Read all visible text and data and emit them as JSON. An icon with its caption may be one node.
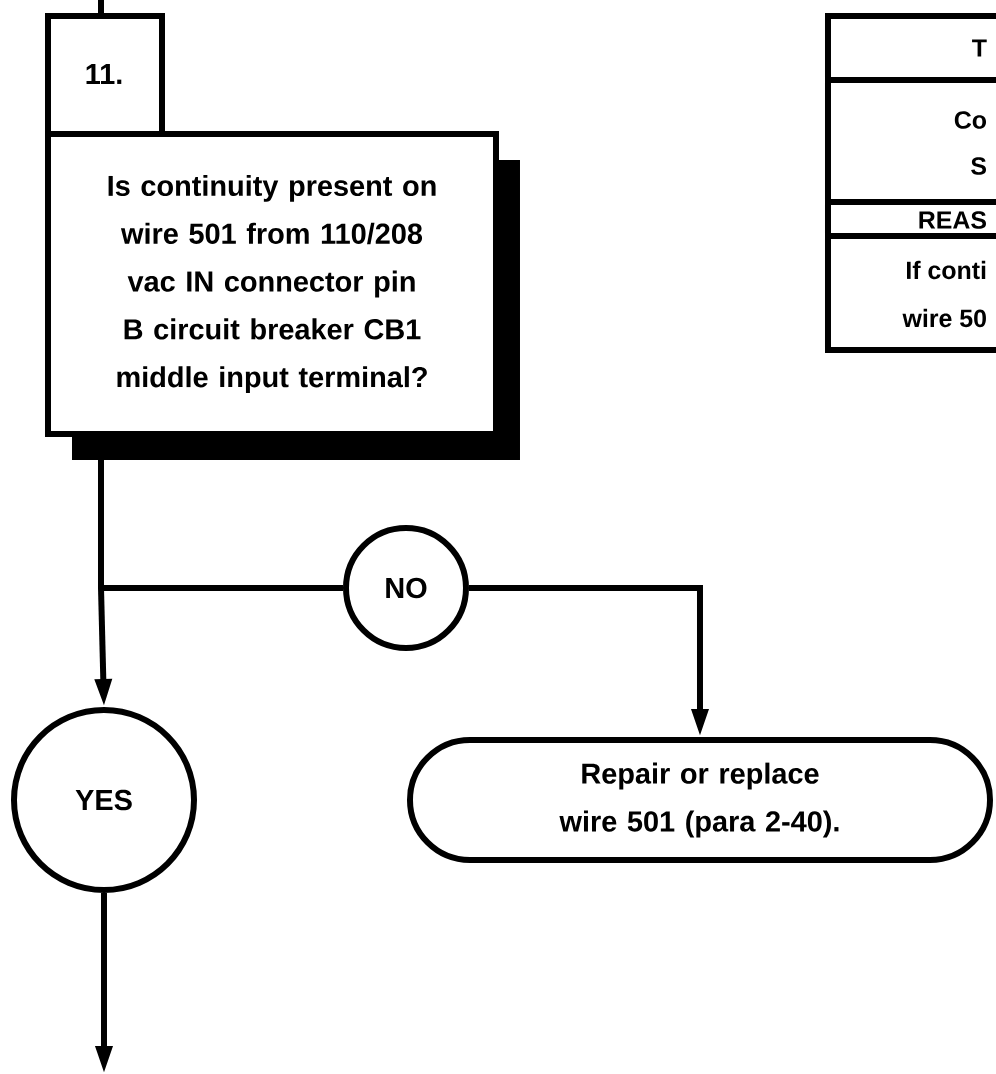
{
  "diagram": {
    "nodes": [
      {
        "text": [
          "11.",
          "Is continuity present on wire 501 from 110/208 vac IN connector pin B circuit breaker CB1 middle input terminal?"
        ]
      },
      {
        "text": [
          "NO"
        ]
      },
      {
        "text": [
          "YES"
        ]
      },
      {
        "text": [
          "Repair or replace wire 501 (para 2-40)."
        ]
      }
    ],
    "edges": [
      {
        "from": null,
        "to": 0,
        "arrow": "none"
      },
      {
        "from": 0,
        "to": 1,
        "arrow": "none"
      },
      {
        "from": 0,
        "to": 2,
        "arrow": "to"
      },
      {
        "from": 1,
        "to": 3,
        "arrow": "to"
      },
      {
        "from": 2,
        "to": null,
        "arrow": "to"
      }
    ],
    "labels": [
      "T",
      "Co",
      "S",
      "REAS",
      "If conti",
      "wire 50"
    ]
  }
}
